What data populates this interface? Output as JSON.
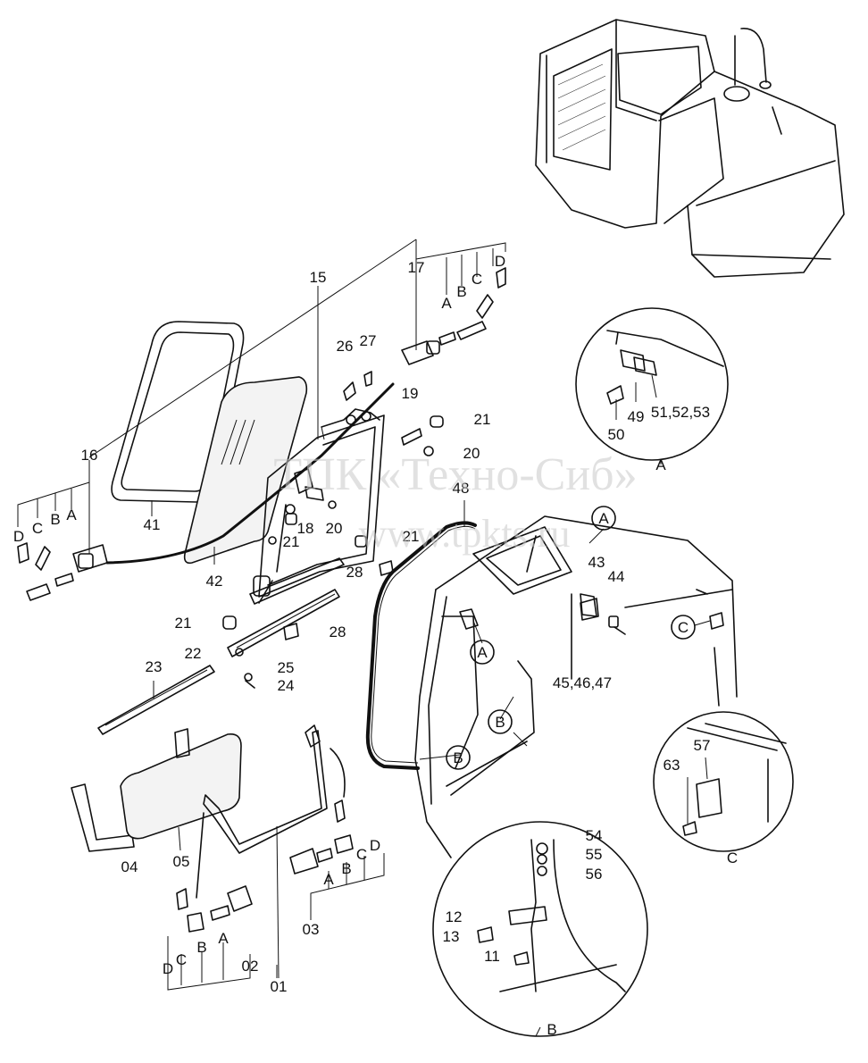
{
  "callouts": {
    "p01": "01",
    "p02": "02",
    "p03": "03",
    "p04": "04",
    "p05": "05",
    "p11": "11",
    "p12": "12",
    "p13": "13",
    "p15": "15",
    "p16": "16",
    "p17": "17",
    "p18": "18",
    "p19": "19",
    "p20a": "20",
    "p20b": "20",
    "p21a": "21",
    "p21b": "21",
    "p21c": "21",
    "p21d": "21",
    "p22": "22",
    "p23": "23",
    "p24": "24",
    "p25": "25",
    "p26": "26",
    "p27": "27",
    "p28a": "28",
    "p28b": "28",
    "p41": "41",
    "p42": "42",
    "p43": "43",
    "p44": "44",
    "p45_47": "45,46,47",
    "p48": "48",
    "p49": "49",
    "p50": "50",
    "p51_53": "51,52,53",
    "p54": "54",
    "p55": "55",
    "p56": "56",
    "p57": "57",
    "p63": "63"
  },
  "letters": {
    "A": "A",
    "B": "B",
    "C": "C",
    "D": "D"
  },
  "detail_views": {
    "a": "A",
    "b": "B",
    "c": "C"
  },
  "watermark": {
    "line1": "ТПК «Техно-Сиб»",
    "line2": "www.tpkts.ru"
  }
}
